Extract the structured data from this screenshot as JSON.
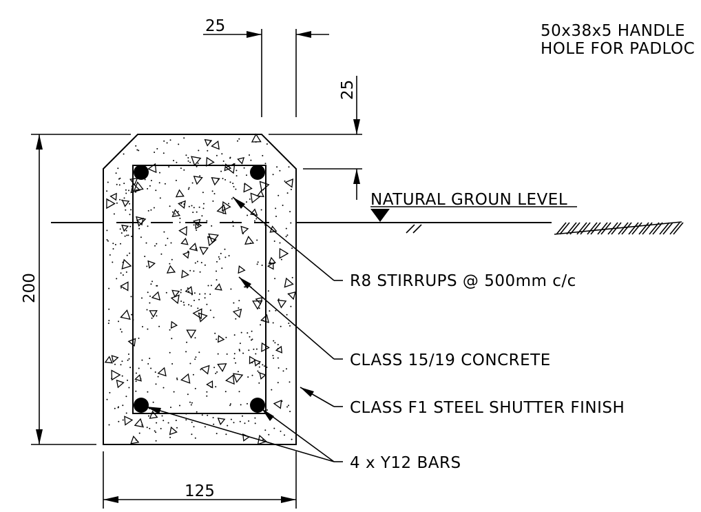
{
  "labels": {
    "handle_line1": "50x38x5  HANDLE",
    "handle_line2": "HOLE  FOR  PADLOC",
    "ground_level": "NATURAL  GROUN  LEVEL",
    "stirrups": "R8  STIRRUPS  @  500mm  c/c",
    "concrete": "CLASS  15/19  CONCRETE",
    "finish": "CLASS  F1  STEEL  SHUTTER  FINISH",
    "bars": "4  x  Y12  BARS"
  },
  "dimensions": {
    "top_chamfer_width": "25",
    "top_chamfer_height": "25",
    "total_height": "200",
    "total_width": "125"
  }
}
